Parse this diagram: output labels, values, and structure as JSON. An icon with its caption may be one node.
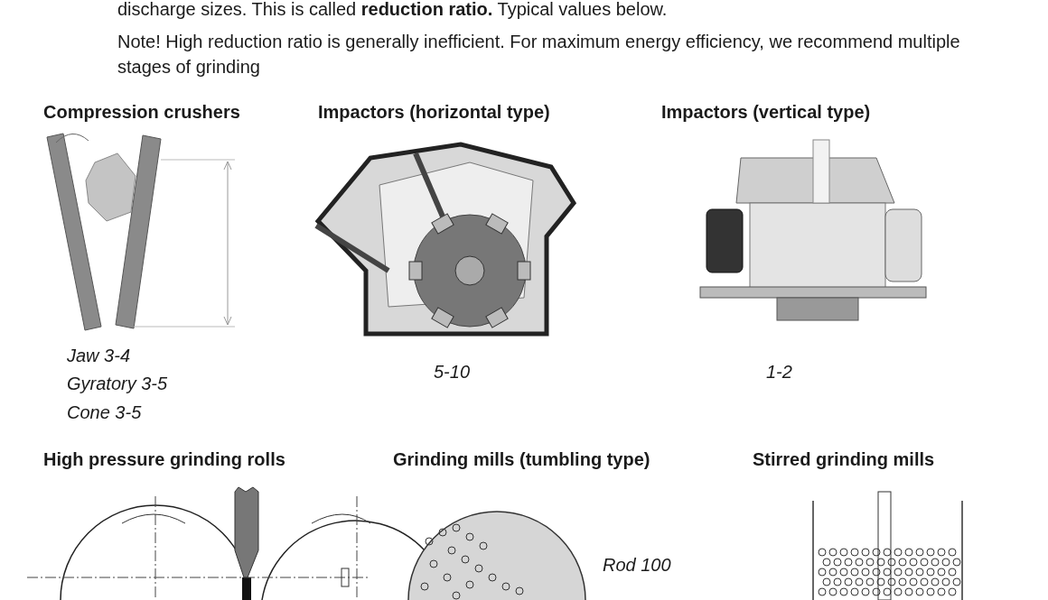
{
  "diagram": {
    "labels": [
      "discharge sizes. This is called **reduction ratio.** Typical values below.",
      "Note! High reduction ratio is generally inefficient. For maximum energy efficiency, we recommend multiple stages of grinding",
      "Compression crushers",
      "Impactors (horizontal type)",
      "Impactors (vertical type)",
      "Jaw 3-4",
      "Gyratory 3-5",
      "Cone 3-5",
      "5-10",
      "1-2",
      "High pressure grinding rolls",
      "Grinding mills (tumbling type)",
      "Stirred grinding mills",
      "Rod 100"
    ]
  }
}
